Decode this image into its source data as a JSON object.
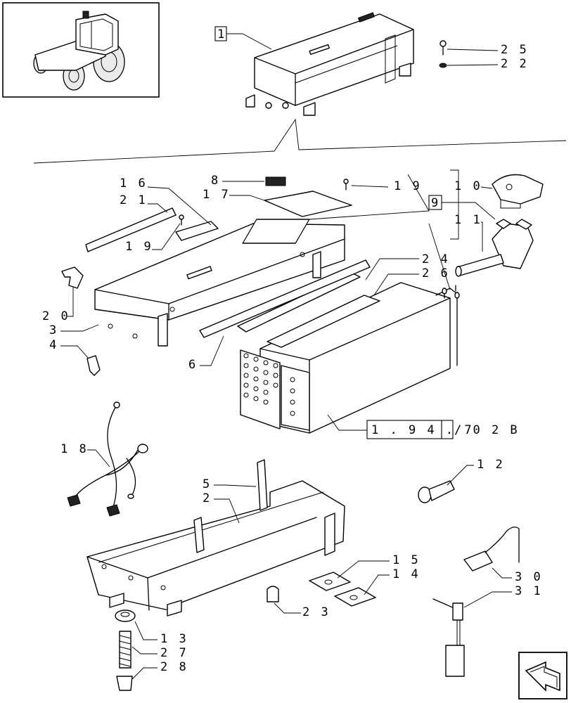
{
  "diagram": {
    "callouts": {
      "c1": "1",
      "c25": "2 5",
      "c22": "2 2",
      "c16": "1 6",
      "c21": "2 1",
      "c8": "8",
      "c17": "1 7",
      "c19a": "1 9",
      "c19b": "1 9",
      "c10": "1 0",
      "c9": "9",
      "c11": "1 1",
      "c24": "2 4",
      "c26": "2 6",
      "c20": "2 0",
      "c3": "3",
      "c4": "4",
      "c6": "6",
      "ref_a": "1 . 9 4 . 7",
      "ref_b": "/ 0 2 B",
      "c18": "1 8",
      "c12": "1 2",
      "c5": "5",
      "c2": "2",
      "c15": "1 5",
      "c14": "1 4",
      "c30": "3 0",
      "c31": "3 1",
      "c23": "2 3",
      "c13": "1 3",
      "c27": "2 7",
      "c28": "2 8"
    },
    "icons": {
      "thumbnail": "tractor-thumbnail-icon",
      "nav": "next-page-arrow-icon"
    }
  }
}
